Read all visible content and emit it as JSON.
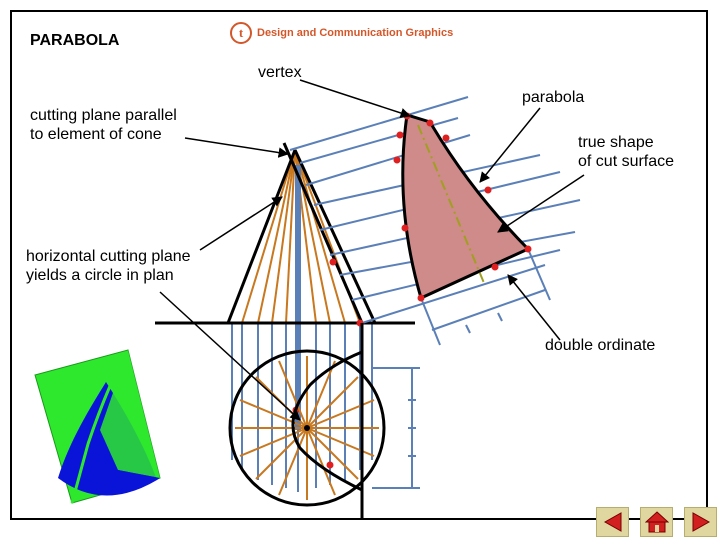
{
  "header": {
    "title": "PARABOLA",
    "brand_logo": "t",
    "brand_text": "Design and Communication Graphics"
  },
  "labels": {
    "vertex": "vertex",
    "parabola": "parabola",
    "cutting_plane": "cutting plane parallel\nto element of cone",
    "true_shape": "true shape\nof cut surface",
    "horizontal_plane": "horizontal cutting plane\nyields a circle in plan",
    "double_ordinate": "double ordinate"
  },
  "colors": {
    "construction_blue": "#5b80b8",
    "generator_orange": "#c8781e",
    "cut_surface_fill": "#cf8a8a",
    "point_red": "#e02020",
    "axis_green": "#a0a020",
    "cone_blue": "#0a14d8",
    "plane_green": "#2ee82e",
    "nav_button_bg": "#e0d7a0",
    "nav_icon_red": "#d22020",
    "brand_orange": "#d4572a"
  },
  "nav": {
    "back_icon": "arrow-left-icon",
    "home_icon": "home-icon",
    "forward_icon": "arrow-right-icon"
  }
}
